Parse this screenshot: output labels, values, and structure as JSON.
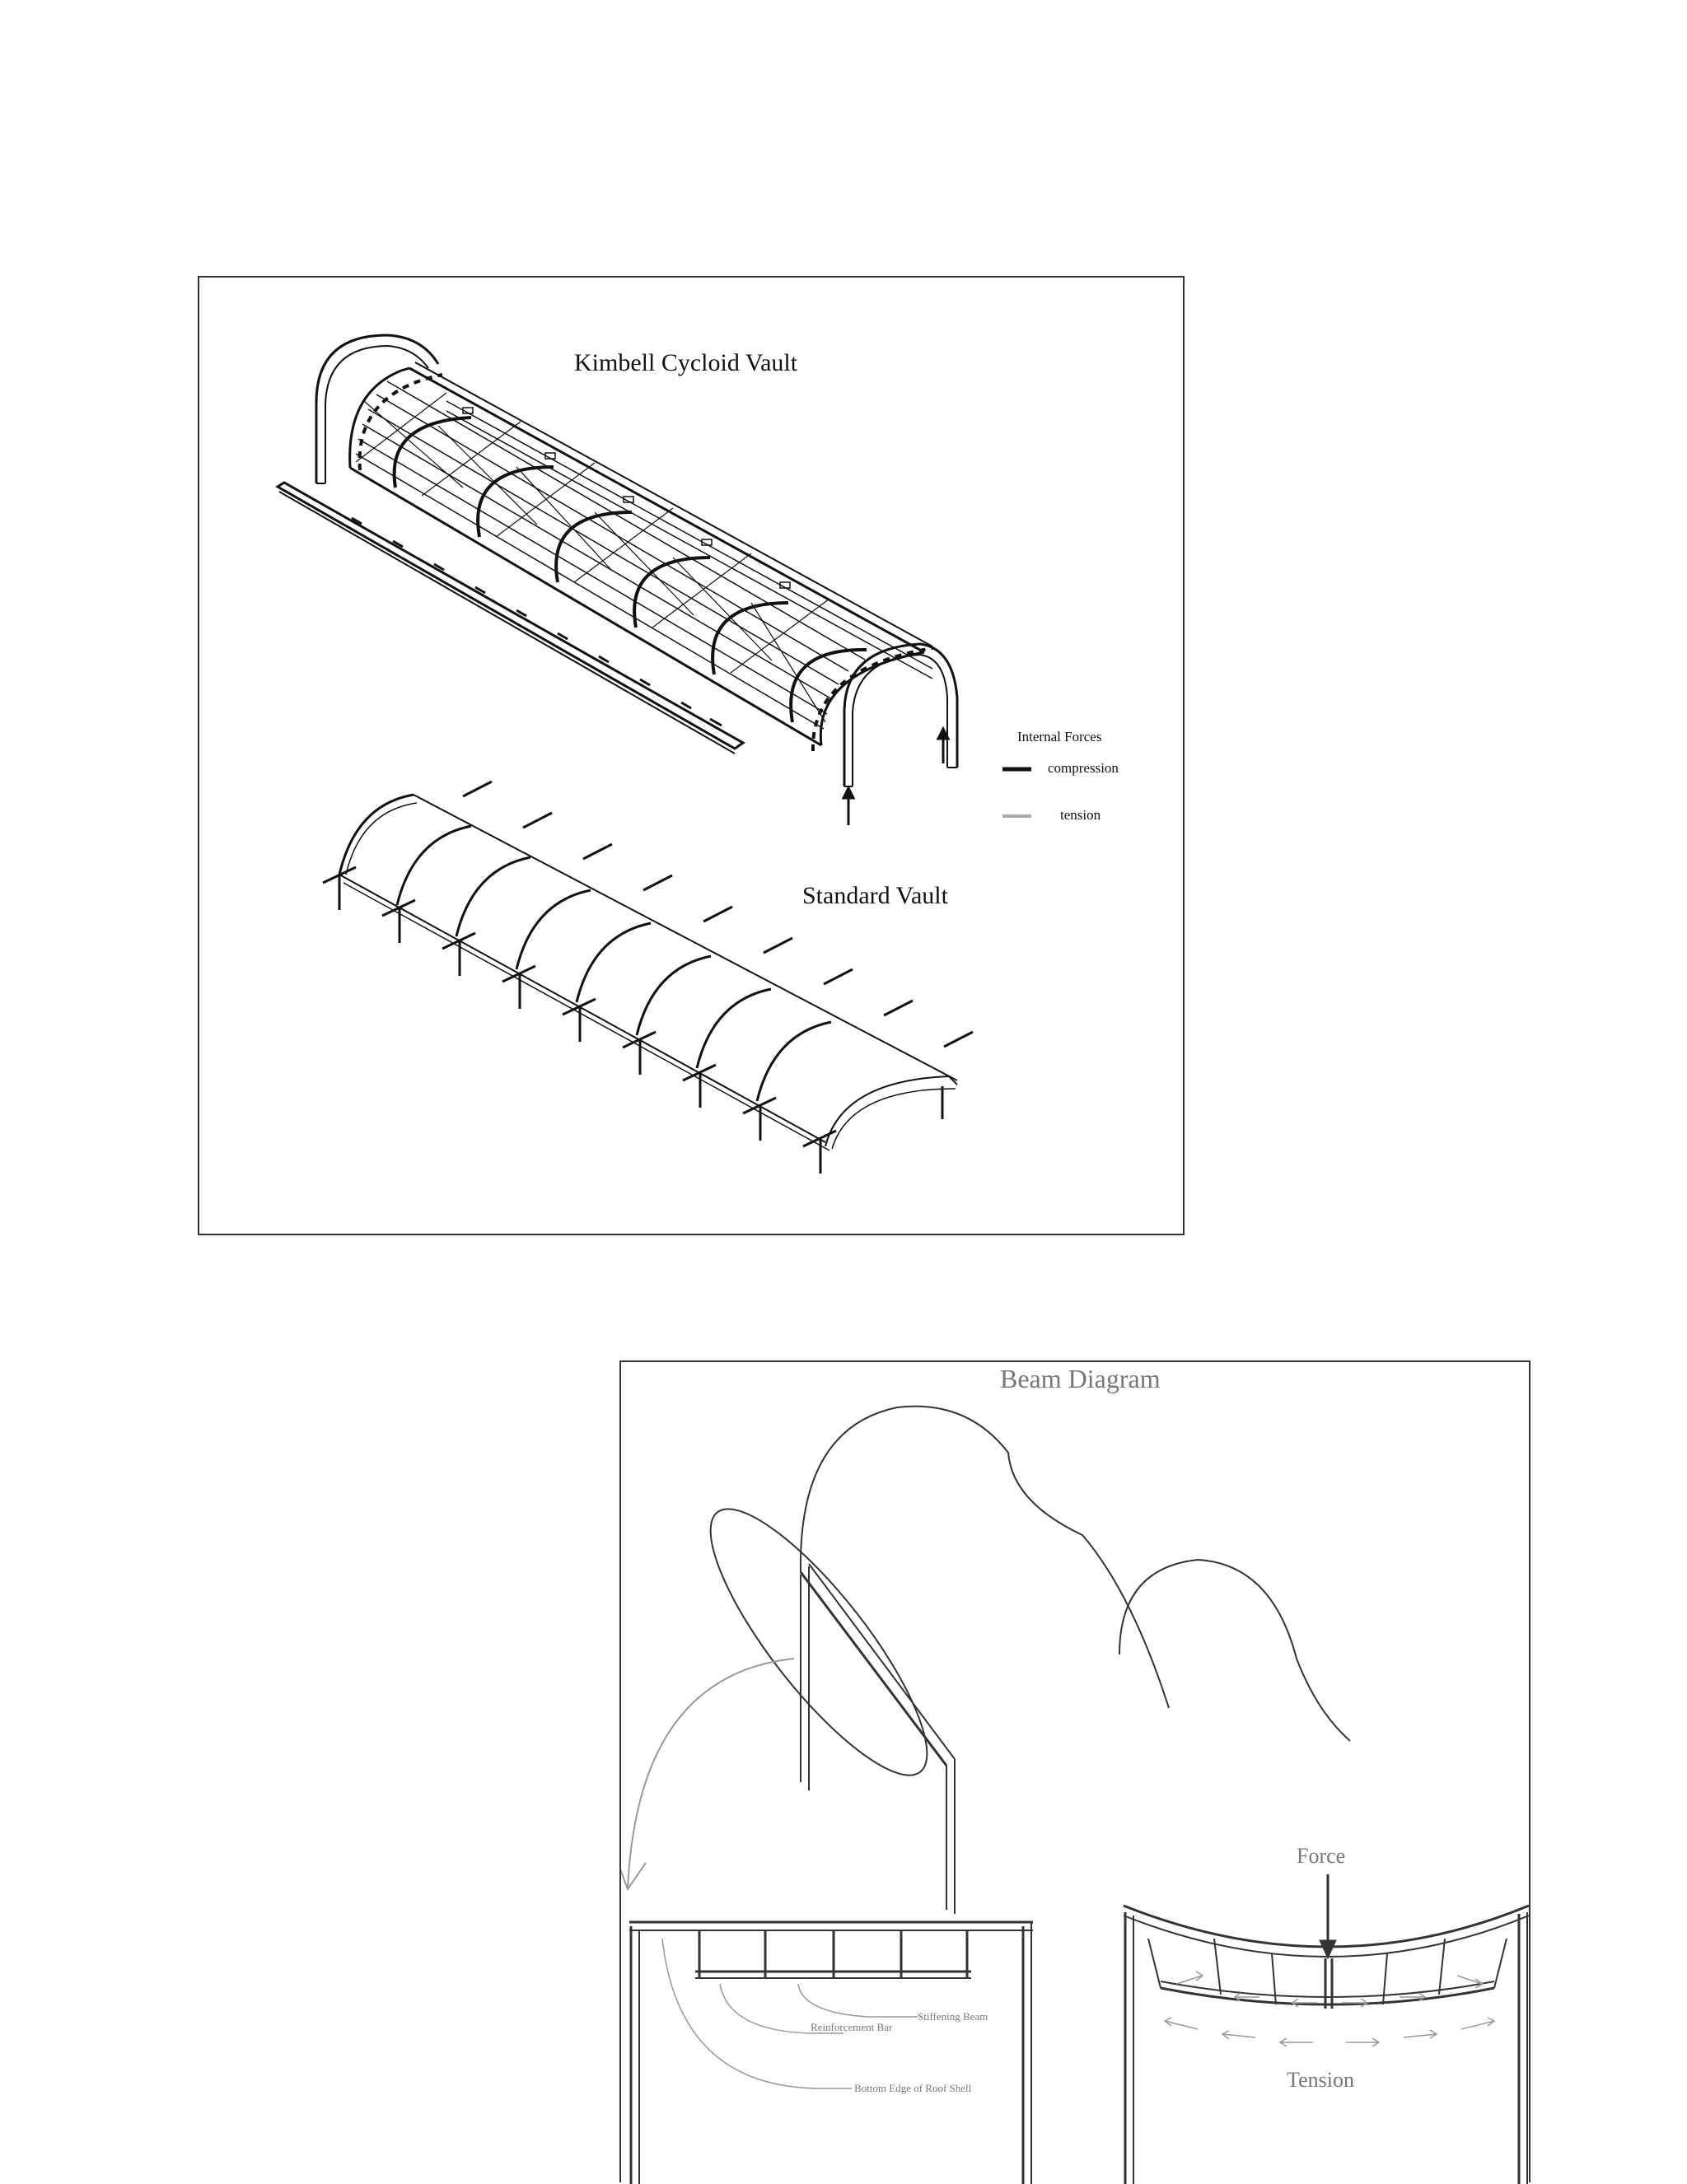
{
  "figure1": {
    "title_top": "Kimbell Cycloid Vault",
    "title_bottom": "Standard Vault",
    "legend": {
      "heading": "Internal Forces",
      "compression": "compression",
      "tension": "tension",
      "compression_color": "#111111",
      "tension_color": "#aaaaaa"
    }
  },
  "figure2": {
    "title": "Beam Diagram",
    "force_label": "Force",
    "tension_label": "Tension",
    "callouts": [
      "Stiffening Beam",
      "Reinforcement Bar",
      "Bottom Edge of Roof Shell"
    ]
  }
}
